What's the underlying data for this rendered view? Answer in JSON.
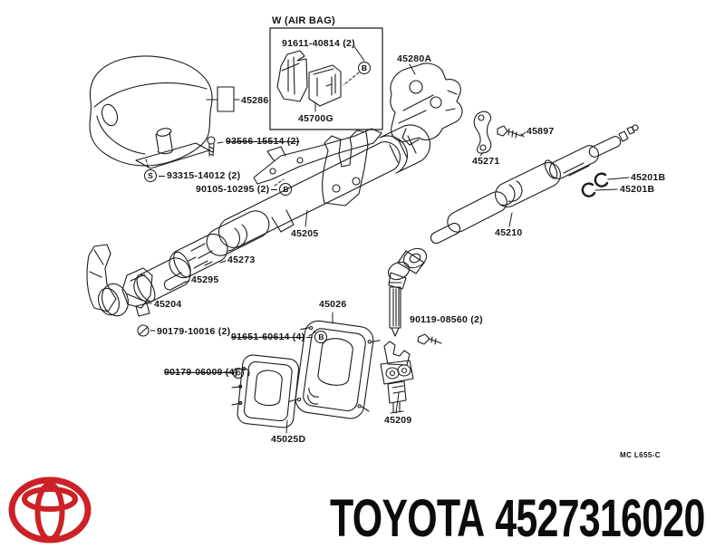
{
  "diagram": {
    "airbag_box_title": "W (AIR BAG)",
    "markers": {
      "b": "B",
      "s": "S"
    },
    "parts": {
      "p91611": "91611-40814 (2)",
      "p45700g": "45700G",
      "p45286": "45286",
      "p93566": "93566-15514 (2)",
      "p93315": "93315-14012 (2)",
      "p90105": "90105-10295 (2)",
      "p45205": "45205",
      "p45273": "45273",
      "p45295": "45295",
      "p45204": "45204",
      "p90179_10016": "90179-10016 (2)",
      "p91651": "91651-60614 (4)",
      "p90179_06009": "90179-06009 (4)",
      "p45026": "45026",
      "p45025d": "45025D",
      "p45280a": "45280A",
      "p45897": "45897",
      "p45271": "45271",
      "p45210": "45210",
      "p45201b_top": "45201B",
      "p45201b_bottom": "45201B",
      "p90119": "90119-08560 (2)",
      "p45209": "45209"
    },
    "sheet_code": "MC L655-C"
  },
  "footer": {
    "brand": "TOYOTA",
    "part_number": "4527316020",
    "logo_color": "#cc2127"
  }
}
